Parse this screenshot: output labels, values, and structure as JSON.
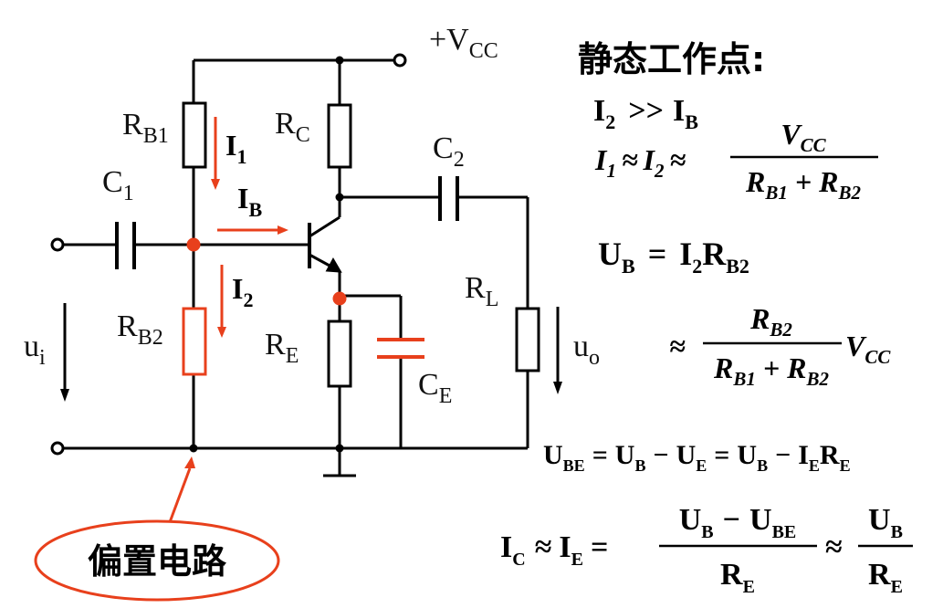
{
  "title": "静态工作点:",
  "bias_label": "偏置电路",
  "colors": {
    "wire": "#000000",
    "accent": "#e8401c",
    "background": "#ffffff"
  },
  "circuit": {
    "vcc": {
      "main": "+V",
      "sub": "CC"
    },
    "rb1": {
      "main": "R",
      "sub": "B1"
    },
    "rb2": {
      "main": "R",
      "sub": "B2"
    },
    "rc": {
      "main": "R",
      "sub": "C"
    },
    "re": {
      "main": "R",
      "sub": "E"
    },
    "rl": {
      "main": "R",
      "sub": "L"
    },
    "c1": {
      "main": "C",
      "sub": "1"
    },
    "c2": {
      "main": "C",
      "sub": "2"
    },
    "ce": {
      "main": "C",
      "sub": "E"
    },
    "ui": {
      "main": "u",
      "sub": "i"
    },
    "uo": {
      "main": "u",
      "sub": "o"
    },
    "i1": {
      "main": "I",
      "sub": "1"
    },
    "i2": {
      "main": "I",
      "sub": "2"
    },
    "ib": {
      "main": "I",
      "sub": "B"
    }
  },
  "equations": {
    "eq1": {
      "a": "I",
      "a_sub": "2",
      "op": ">>",
      "b": "I",
      "b_sub": "B"
    },
    "eq2": {
      "lhs": [
        "I",
        "1",
        "≈",
        "I",
        "2",
        "≈"
      ],
      "numerator": [
        "V",
        "CC"
      ],
      "denominator": [
        "R",
        "B1",
        "+",
        "R",
        "B2"
      ]
    },
    "eq3": {
      "lhs": "U",
      "lhs_sub": "B",
      "eq": "=",
      "r1": "I",
      "r1_sub": "2",
      "r2": "R",
      "r2_sub": "B2"
    },
    "eq4": {
      "op": "≈",
      "numerator": [
        "R",
        "B2"
      ],
      "denominator": [
        "R",
        "B1",
        "+",
        "R",
        "B2"
      ],
      "tail": [
        "V",
        "CC"
      ]
    },
    "eq5": {
      "terms": [
        "U",
        "BE",
        "=",
        "U",
        "B",
        "−",
        "U",
        "E",
        "=",
        "U",
        "B",
        "−",
        "I",
        "E",
        "R",
        "E"
      ]
    },
    "eq6": {
      "lhs": [
        "I",
        "C",
        "≈",
        "I",
        "E",
        "="
      ],
      "frac1_num": [
        "U",
        "B",
        "−",
        "U",
        "BE"
      ],
      "frac1_den": [
        "R",
        "E"
      ],
      "op": "≈",
      "frac2_num": [
        "U",
        "B"
      ],
      "frac2_den": [
        "R",
        "E"
      ]
    }
  }
}
